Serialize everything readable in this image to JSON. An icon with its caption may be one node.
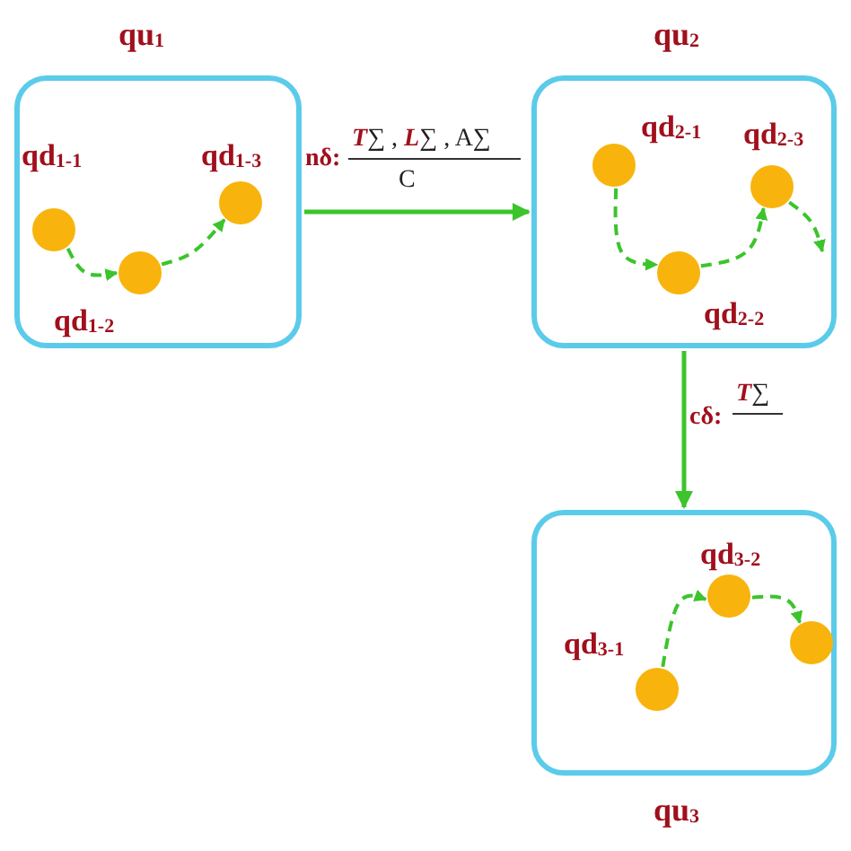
{
  "diagram": {
    "nodes": [
      {
        "text": [
          "qu$_{1}$"
        ]
      },
      {
        "text": [],
        "shape": "circle",
        "in": 0,
        "beside": [
          "qd$_{1-1}$"
        ]
      },
      {
        "text": [],
        "shape": "circle",
        "in": 0,
        "beside": [
          "qd$_{1-2}$"
        ]
      },
      {
        "text": [],
        "shape": "circle",
        "in": 0,
        "beside": [
          "qd$_{1-3}$"
        ]
      },
      {
        "text": [
          "qu$_{2}$"
        ]
      },
      {
        "text": [],
        "shape": "circle",
        "in": 4,
        "beside": [
          "qd$_{2-1}$"
        ]
      },
      {
        "text": [],
        "shape": "circle",
        "in": 4,
        "beside": [
          "qd$_{2-2}$"
        ]
      },
      {
        "text": [],
        "shape": "circle",
        "in": 4,
        "beside": [
          "qd$_{2-3}$"
        ]
      },
      {
        "text": [
          "qu$_{3}$"
        ]
      },
      {
        "text": [],
        "shape": "circle",
        "in": 8,
        "beside": [
          "qd$_{3-1}$"
        ]
      },
      {
        "text": [],
        "shape": "circle",
        "in": 8,
        "beside": [
          "qd$_{3-2}$"
        ]
      },
      {
        "text": [],
        "shape": "circle",
        "in": 8
      }
    ],
    "edges": [
      {
        "from": 0,
        "to": 4,
        "arrow": "to",
        "label": "nδ:"
      },
      {
        "from": 4,
        "to": 8,
        "arrow": "to",
        "label": "cδ:"
      },
      {
        "from": 1,
        "to": 2,
        "arrow": "to",
        "style": "dashed"
      },
      {
        "from": 2,
        "to": 3,
        "arrow": "to",
        "style": "dashed"
      },
      {
        "from": 5,
        "to": 6,
        "arrow": "to",
        "style": "dashed"
      },
      {
        "from": 6,
        "to": 7,
        "arrow": "to",
        "style": "dashed"
      },
      {
        "from": 7,
        "to": null,
        "arrow": "to",
        "style": "dashed"
      },
      {
        "from": 9,
        "to": 10,
        "arrow": "to",
        "style": "dashed"
      },
      {
        "from": 10,
        "to": 11,
        "arrow": "to",
        "style": "dashed"
      }
    ],
    "labels": [
      "*T*∑ , *L*∑ , A∑",
      "C",
      "*T*∑"
    ]
  }
}
